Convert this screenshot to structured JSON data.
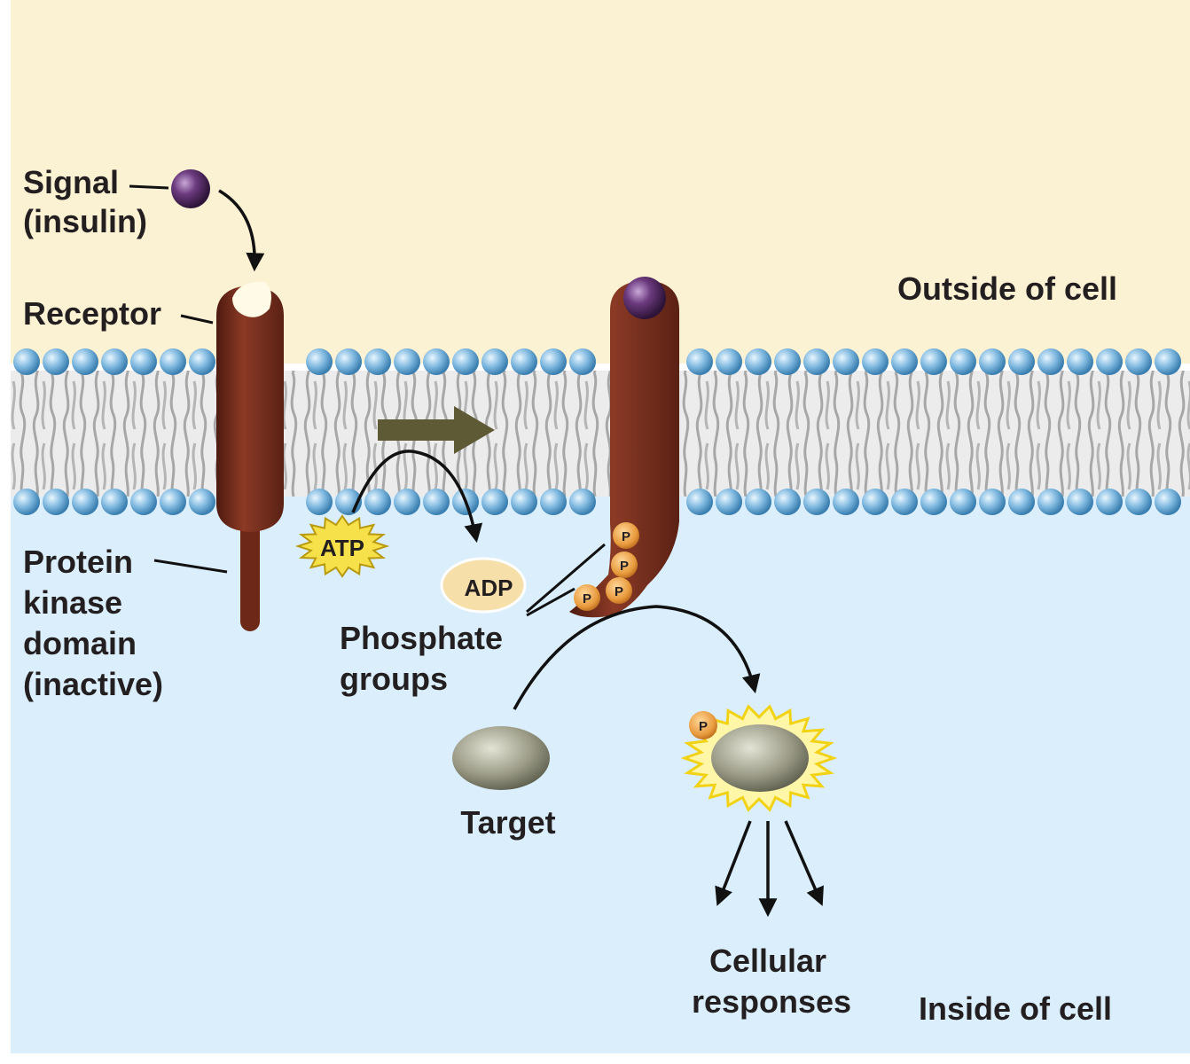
{
  "labels": {
    "signal_line1": "Signal",
    "signal_line2": "(insulin)",
    "receptor": "Receptor",
    "outside": "Outside of cell",
    "inside": "Inside of cell",
    "kinase_line1": "Protein",
    "kinase_line2": "kinase",
    "kinase_line3": "domain",
    "kinase_line4": "(inactive)",
    "atp": "ATP",
    "adp": "ADP",
    "phosphate_line1": "Phosphate",
    "phosphate_line2": "groups",
    "target": "Target",
    "responses_line1": "Cellular",
    "responses_line2": "responses",
    "p": "P"
  },
  "colors": {
    "outside_bg": "#fbf1d3",
    "inside_bg": "#dbeefb",
    "receptor": "#7a2d1e",
    "signal": "#5d2f6a",
    "phosphate": "#e89a3c",
    "atp_star": "#f6e14a",
    "adp": "#f6dfa8",
    "target": "#9a9a86",
    "head_blue": "#7fb8df",
    "lipid_tail": "#a7a7a7",
    "big_arrow": "#5f5a36"
  }
}
